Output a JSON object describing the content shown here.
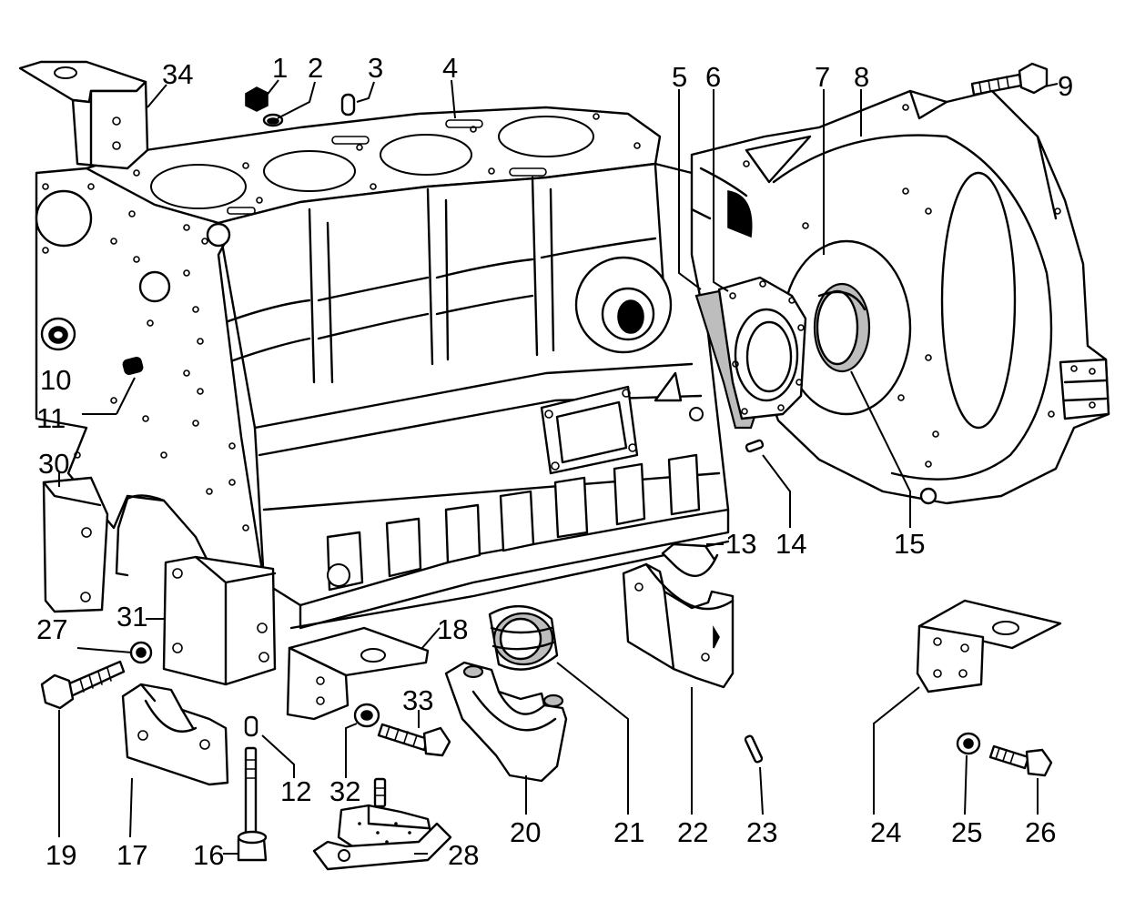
{
  "callouts": [
    {
      "id": "c1",
      "label": "1"
    },
    {
      "id": "c2",
      "label": "2"
    },
    {
      "id": "c3",
      "label": "3"
    },
    {
      "id": "c4",
      "label": "4"
    },
    {
      "id": "c5",
      "label": "5"
    },
    {
      "id": "c6",
      "label": "6"
    },
    {
      "id": "c7",
      "label": "7"
    },
    {
      "id": "c8",
      "label": "8"
    },
    {
      "id": "c9",
      "label": "9"
    },
    {
      "id": "c10",
      "label": "10"
    },
    {
      "id": "c11",
      "label": "11"
    },
    {
      "id": "c12",
      "label": "12"
    },
    {
      "id": "c13",
      "label": "13"
    },
    {
      "id": "c14",
      "label": "14"
    },
    {
      "id": "c15",
      "label": "15"
    },
    {
      "id": "c16",
      "label": "16"
    },
    {
      "id": "c17",
      "label": "17"
    },
    {
      "id": "c18",
      "label": "18"
    },
    {
      "id": "c19",
      "label": "19"
    },
    {
      "id": "c20",
      "label": "20"
    },
    {
      "id": "c21",
      "label": "21"
    },
    {
      "id": "c22",
      "label": "22"
    },
    {
      "id": "c23",
      "label": "23"
    },
    {
      "id": "c24",
      "label": "24"
    },
    {
      "id": "c25",
      "label": "25"
    },
    {
      "id": "c26",
      "label": "26"
    },
    {
      "id": "c27",
      "label": "27"
    },
    {
      "id": "c28",
      "label": "28"
    },
    {
      "id": "c30",
      "label": "30"
    },
    {
      "id": "c31",
      "label": "31"
    },
    {
      "id": "c32",
      "label": "32"
    },
    {
      "id": "c33",
      "label": "33"
    },
    {
      "id": "c34",
      "label": "34"
    }
  ]
}
